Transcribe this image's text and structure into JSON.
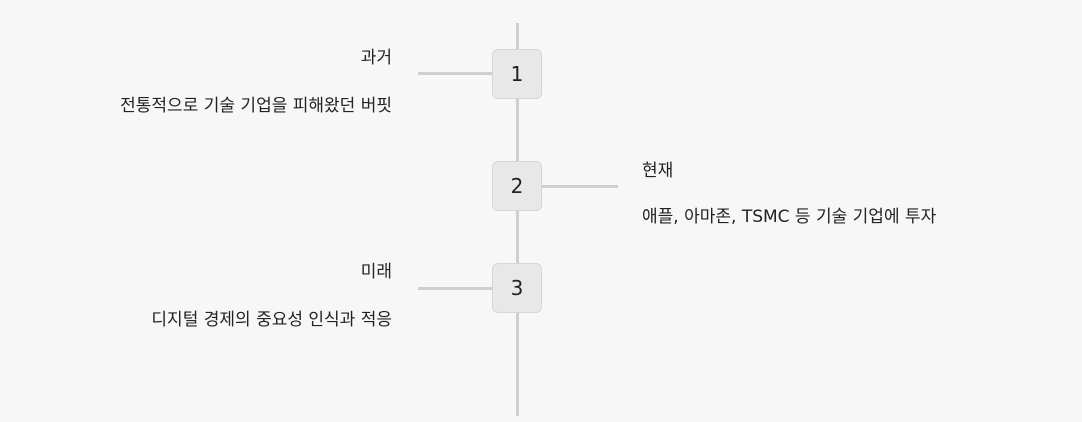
{
  "timeline": {
    "events": [
      {
        "number": "1",
        "title": "과거",
        "description": "전통적으로 기술 기업을 피해왔던 버핏"
      },
      {
        "number": "2",
        "title": "현재",
        "description": "애플, 아마존, TSMC 등 기술 기업에 투자"
      },
      {
        "number": "3",
        "title": "미래",
        "description": "디지털 경제의 중요성 인식과 적응"
      }
    ]
  },
  "colors": {
    "background": "#f7f7f7",
    "line": "#cfcfcf",
    "node_fill": "#e8e8e8",
    "node_border": "#d6d6d6",
    "text": "#222222"
  }
}
